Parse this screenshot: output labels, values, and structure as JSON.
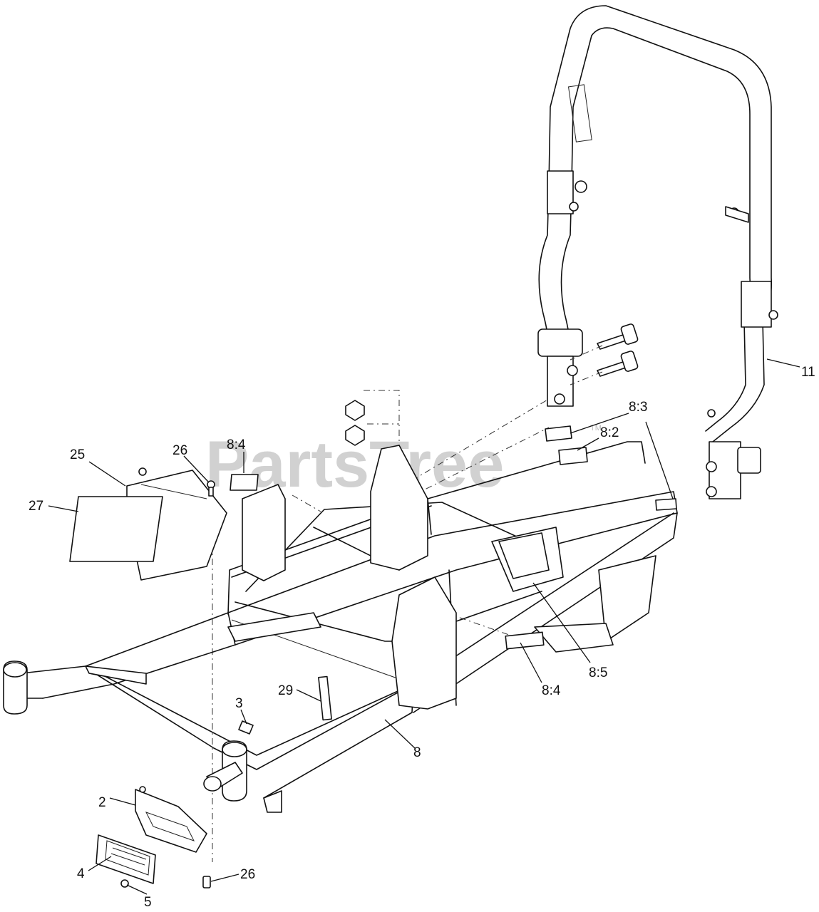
{
  "watermark": {
    "text": "PartsTree",
    "trademark": "TM"
  },
  "callouts": [
    {
      "id": "c-25",
      "label": "25"
    },
    {
      "id": "c-27",
      "label": "27"
    },
    {
      "id": "c-26a",
      "label": "26"
    },
    {
      "id": "c-8-4a",
      "label": "8:4"
    },
    {
      "id": "c-8-3",
      "label": "8:3"
    },
    {
      "id": "c-8-2",
      "label": "8:2"
    },
    {
      "id": "c-11",
      "label": "11"
    },
    {
      "id": "c-8-5",
      "label": "8:5"
    },
    {
      "id": "c-8-4b",
      "label": "8:4"
    },
    {
      "id": "c-29",
      "label": "29"
    },
    {
      "id": "c-3",
      "label": "3"
    },
    {
      "id": "c-8",
      "label": "8"
    },
    {
      "id": "c-2",
      "label": "2"
    },
    {
      "id": "c-4",
      "label": "4"
    },
    {
      "id": "c-5",
      "label": "5"
    },
    {
      "id": "c-26b",
      "label": "26"
    }
  ]
}
